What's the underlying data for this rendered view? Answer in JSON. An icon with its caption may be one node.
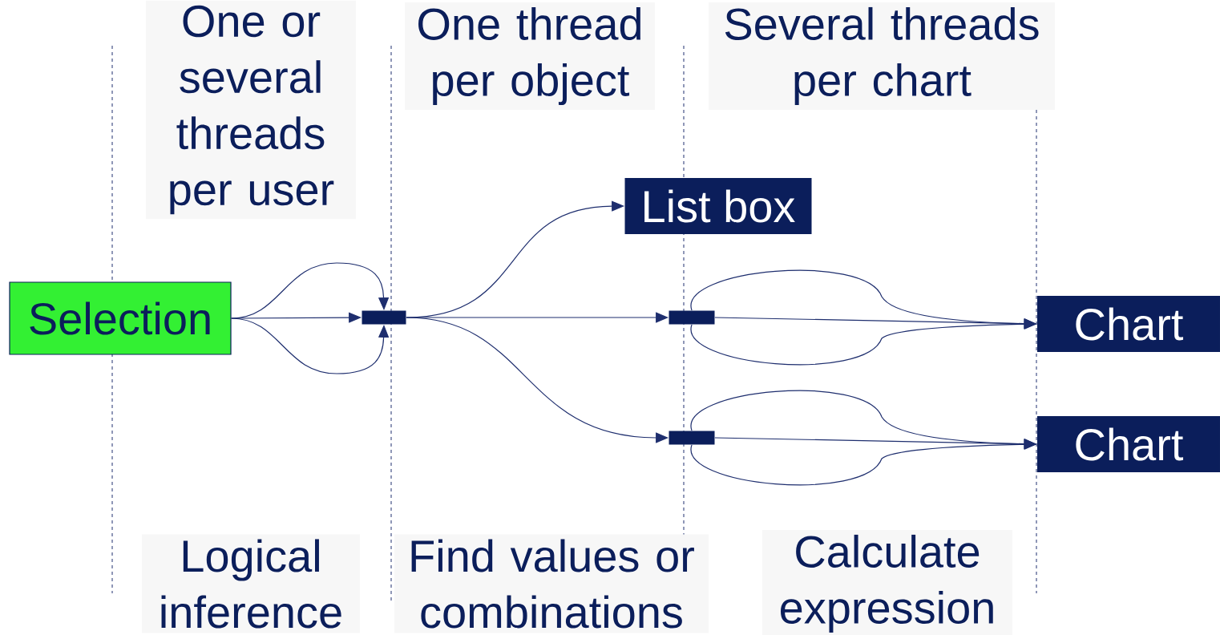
{
  "diagram": {
    "nodes": [
      {
        "text": [
          "Selection"
        ]
      },
      {
        "text": [],
        "shape": "bar"
      },
      {
        "text": [
          "List box"
        ]
      },
      {
        "text": [],
        "shape": "bar"
      },
      {
        "text": [],
        "shape": "bar"
      },
      {
        "text": [
          "Chart"
        ]
      },
      {
        "text": [
          "Chart"
        ]
      }
    ],
    "edges": [
      {
        "from": 0,
        "to": 1,
        "arrow": "to"
      },
      {
        "from": 0,
        "to": 1,
        "arrow": "to"
      },
      {
        "from": 0,
        "to": 1,
        "arrow": "to"
      },
      {
        "from": 1,
        "to": 2,
        "arrow": "to"
      },
      {
        "from": 1,
        "to": 3,
        "arrow": "to"
      },
      {
        "from": 1,
        "to": 4,
        "arrow": "to"
      },
      {
        "from": 3,
        "to": 5,
        "arrow": "to"
      },
      {
        "from": 3,
        "to": 5,
        "arrow": "to"
      },
      {
        "from": 3,
        "to": 5,
        "arrow": "to"
      },
      {
        "from": 4,
        "to": 6,
        "arrow": "to"
      },
      {
        "from": 4,
        "to": 6,
        "arrow": "to"
      },
      {
        "from": 4,
        "to": 6,
        "arrow": "to"
      }
    ],
    "labels": [
      "One or several threads per user",
      "One thread per object",
      "Several threads per chart",
      "Logical inference",
      "Find values or combinations",
      "Calculate expression"
    ]
  }
}
